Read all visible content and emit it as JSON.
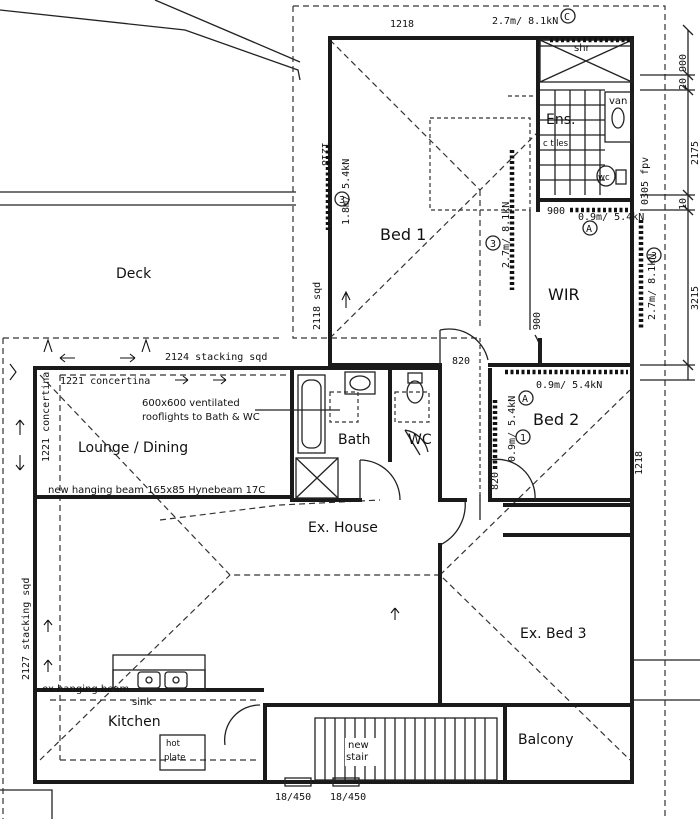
{
  "rooms": {
    "bed1": "Bed 1",
    "ens": "Ens.",
    "wir": "WIR",
    "deck": "Deck",
    "bed2": "Bed 2",
    "lounge": "Lounge / Dining",
    "bath": "Bath",
    "wc": "WC",
    "exhouse": "Ex. House",
    "exbed3": "Ex. Bed 3",
    "kitchen": "Kitchen",
    "balcony": "Balcony"
  },
  "labels": {
    "dim_1218_top": "1218",
    "beam_top": "2.7m/ 8.1kN",
    "marker_c": "C",
    "shr": "shr",
    "van": "van",
    "tiles": "c tiles",
    "wc_small": "wc",
    "dim_1218_bed1": "1218",
    "beam_bed1": "1.8m/ 5.4kN",
    "marker_3a": "3",
    "beam_wir": "2.7m/ 8.1kN",
    "marker_3b": "3",
    "dim_900_a": "900",
    "beam_ens": "0.9m/ 5.4kN",
    "marker_a1": "A",
    "fpv": "0305 fpv",
    "beam_right": "2.7m/ 8.1kN",
    "marker_3c": "3",
    "dim_900_b": "900",
    "dim_2118": "2118 sqd",
    "dim_820_a": "820",
    "dim_2124": "2124 stacking sqd",
    "dim_1221_h": "1221 concertina",
    "dim_1221_v": "1221 concertina",
    "rooflights_1": "600x600 ventilated",
    "rooflights_2": "rooflights to Bath & WC",
    "beam_bed2_top": "0.9m/ 5.4kN",
    "marker_a2": "A",
    "beam_bed2_left": "0.9m/ 5.4kN",
    "marker_1": "1",
    "dim_1218_bed2": "1218",
    "dim_820_b": "820",
    "hanging_beam": "new hanging beam 165x85 Hynebeam 17C",
    "dim_2127": "2127 stacking sqd",
    "ex_hanging_beam": "ex hanging beam",
    "sink": "sink",
    "hot_plate_1": "hot",
    "hot_plate_2": "plate",
    "new_stair_1": "new",
    "new_stair_2": "stair",
    "window_1": "18/450",
    "window_2": "18/450",
    "dim_r_900": "900",
    "dim_r_20": "20",
    "dim_r_10": "10",
    "dim_r_2175": "2175",
    "dim_r_3215": "3215"
  }
}
